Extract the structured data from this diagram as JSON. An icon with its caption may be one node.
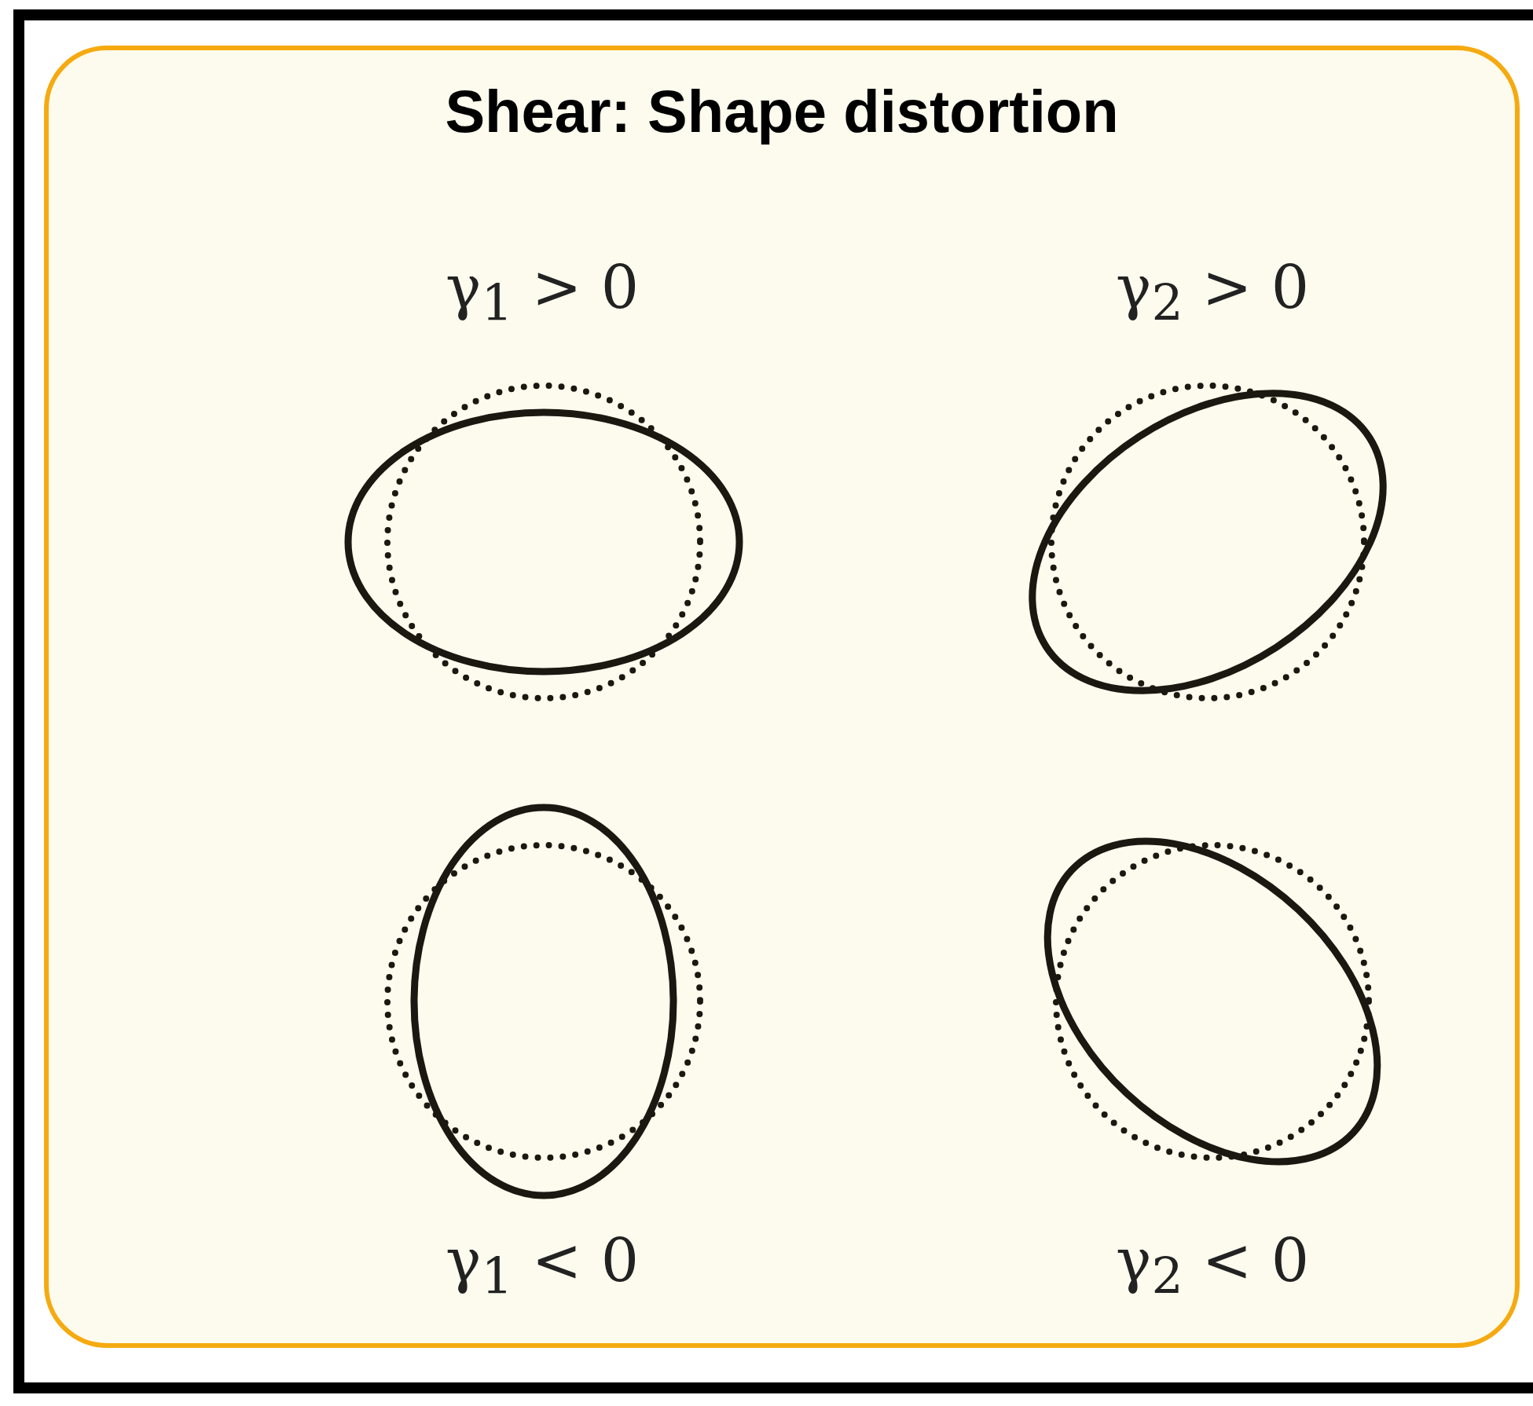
{
  "diagram": {
    "title": "Shear: Shape distortion",
    "labels": [
      "γ$_{1}$ > 0",
      "γ$_{2}$ > 0",
      "γ$_{1}$ < 0",
      "γ$_{2}$ < 0"
    ]
  }
}
